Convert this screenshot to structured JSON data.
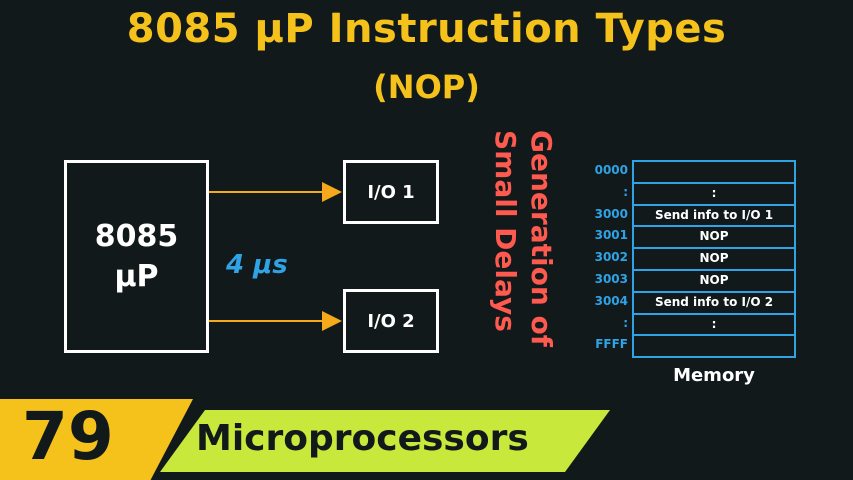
{
  "title": "8085 μP Instruction Types",
  "subtitle": "(NOP)",
  "cpu": {
    "line1": "8085",
    "line2": "μP"
  },
  "io1": "I/O 1",
  "io2": "I/O 2",
  "delay": "4 μs",
  "vertical_text": {
    "line1": "Generation of",
    "line2": "Small Delays"
  },
  "memory": {
    "label": "Memory",
    "addresses": [
      "0000",
      ":",
      "3000",
      "3001",
      "3002",
      "3003",
      "3004",
      ":",
      "FFFF"
    ],
    "cells": [
      "",
      ":",
      "Send info to I/O 1",
      "NOP",
      "NOP",
      "NOP",
      "Send info to I/O 2",
      ":",
      ""
    ]
  },
  "banner": {
    "number": "79",
    "text": "Microprocessors"
  },
  "colors": {
    "title": "#f5c11b",
    "accent_blue": "#2fa3e6",
    "red": "#ff5a4f",
    "arrow": "#f5a91b",
    "banner_green": "#c8e83b"
  }
}
